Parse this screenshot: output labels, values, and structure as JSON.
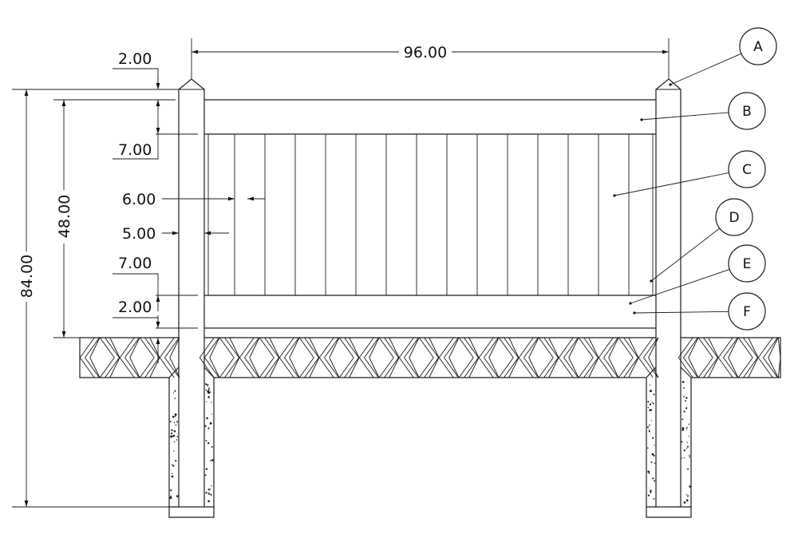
{
  "dimensions": {
    "overall_width": "96.00",
    "overall_height": "84.00",
    "panel_height": "48.00",
    "post_cap": "2.00",
    "top_rail": "7.00",
    "picket_spacing": "6.00",
    "post_width": "5.00",
    "bottom_rail": "7.00",
    "ground_clearance": "2.00"
  },
  "callouts": [
    "A",
    "B",
    "C",
    "D",
    "E",
    "F"
  ]
}
